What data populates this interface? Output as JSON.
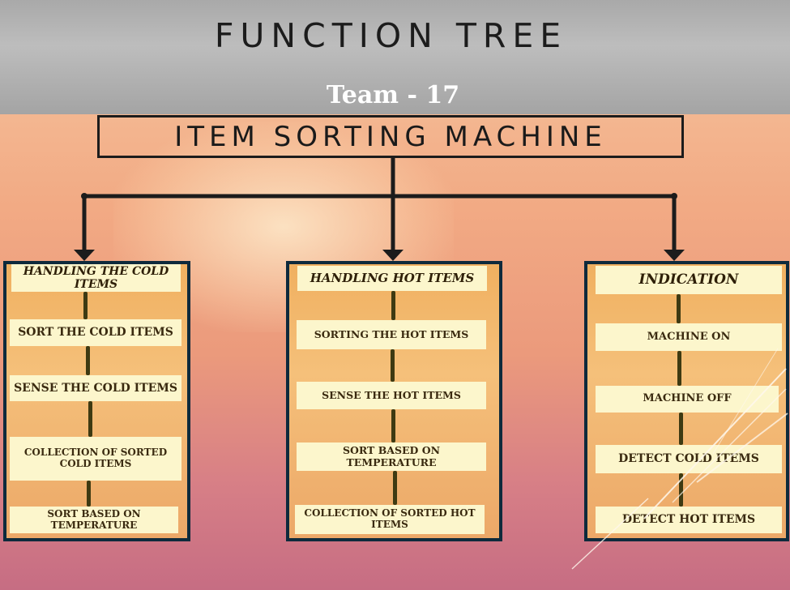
{
  "title": "FUNCTION TREE",
  "team": "Team - 17",
  "root": "ITEM SORTING MACHINE",
  "columns": [
    {
      "heading": "HANDLING THE COLD ITEMS",
      "items": [
        "SORT THE COLD ITEMS",
        "SENSE THE COLD ITEMS",
        "COLLECTION OF SORTED COLD ITEMS",
        "SORT BASED ON TEMPERATURE"
      ]
    },
    {
      "heading": "HANDLING HOT ITEMS",
      "items": [
        "SORTING THE HOT ITEMS",
        "SENSE THE HOT ITEMS",
        "SORT BASED ON TEMPERATURE",
        "COLLECTION OF SORTED HOT ITEMS"
      ]
    },
    {
      "heading": "INDICATION",
      "items": [
        "MACHINE ON",
        "MACHINE OFF",
        "DETECT COLD ITEMS",
        "DETECT HOT ITEMS"
      ]
    }
  ],
  "colors": {
    "column_border": "#0e2a3c",
    "node_fill": "#fcf6cc",
    "connector": "#1c1c1c"
  }
}
